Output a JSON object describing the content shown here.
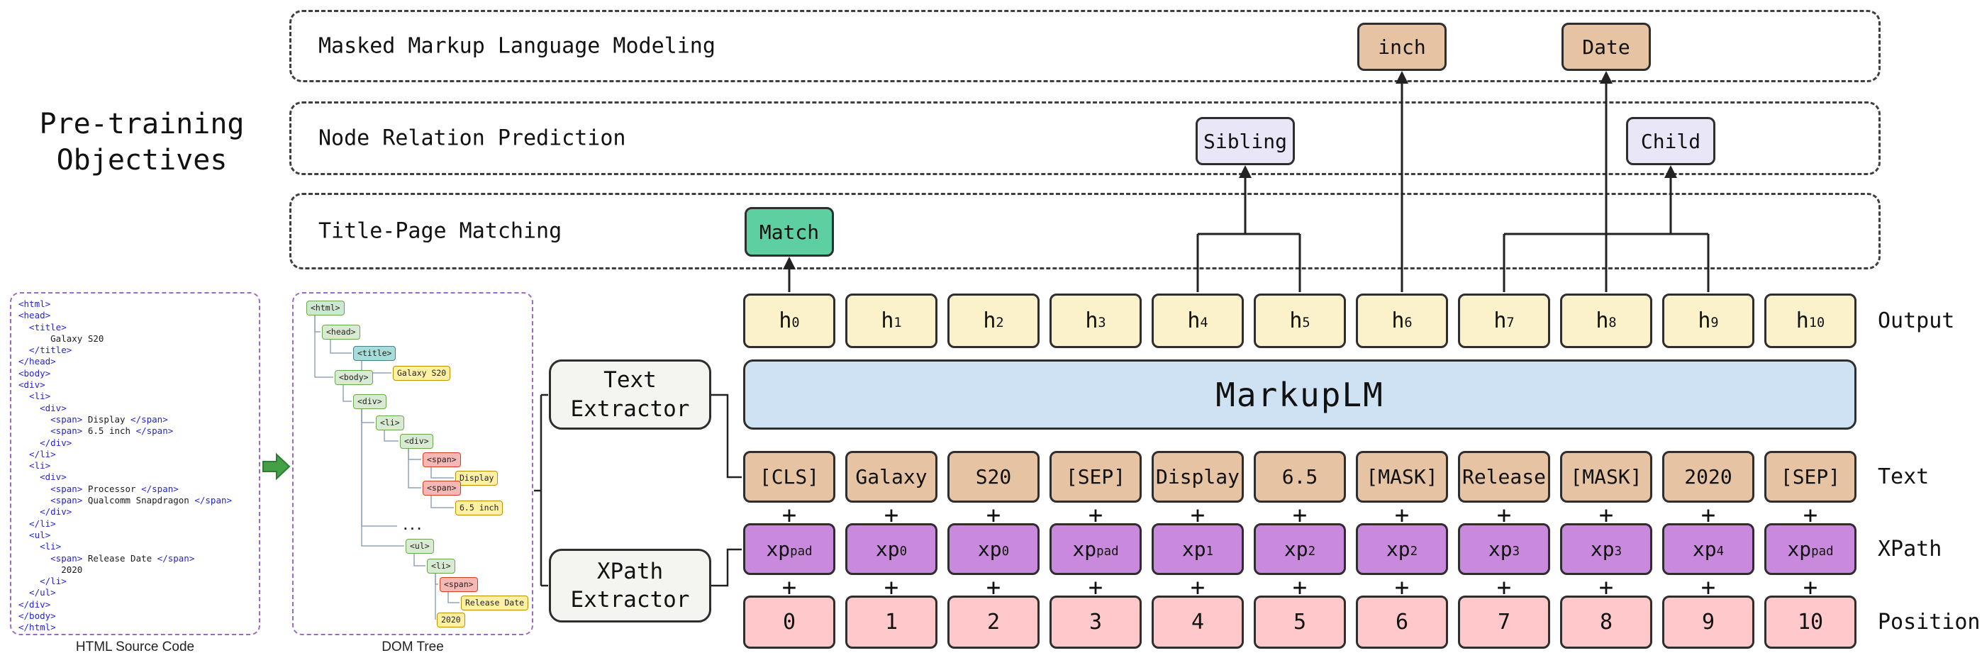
{
  "figure": {
    "pretraining_title_line1": "Pre-training",
    "pretraining_title_line2": "Objectives"
  },
  "objectives": {
    "mmlm": {
      "label": "Masked Markup Language Modeling",
      "chip_inch": "inch",
      "chip_date": "Date"
    },
    "nrp": {
      "label": "Node Relation Prediction",
      "chip_sibling": "Sibling",
      "chip_child": "Child"
    },
    "tpm": {
      "label": "Title-Page Matching",
      "chip_match": "Match"
    }
  },
  "model": {
    "name": "MarkupLM"
  },
  "rows": {
    "plus_symbol": "+",
    "output": {
      "label": "Output",
      "cells": [
        {
          "base": "h",
          "sub": "0"
        },
        {
          "base": "h",
          "sub": "1"
        },
        {
          "base": "h",
          "sub": "2"
        },
        {
          "base": "h",
          "sub": "3"
        },
        {
          "base": "h",
          "sub": "4"
        },
        {
          "base": "h",
          "sub": "5"
        },
        {
          "base": "h",
          "sub": "6"
        },
        {
          "base": "h",
          "sub": "7"
        },
        {
          "base": "h",
          "sub": "8"
        },
        {
          "base": "h",
          "sub": "9"
        },
        {
          "base": "h",
          "sub": "10"
        }
      ]
    },
    "text": {
      "label": "Text",
      "cells": [
        "[CLS]",
        "Galaxy",
        "S20",
        "[SEP]",
        "Display",
        "6.5",
        "[MASK]",
        "Release",
        "[MASK]",
        "2020",
        "[SEP]"
      ]
    },
    "xpath": {
      "label": "XPath",
      "cells": [
        {
          "base": "xp",
          "sub": "pad"
        },
        {
          "base": "xp",
          "sub": "0"
        },
        {
          "base": "xp",
          "sub": "0"
        },
        {
          "base": "xp",
          "sub": "pad"
        },
        {
          "base": "xp",
          "sub": "1"
        },
        {
          "base": "xp",
          "sub": "2"
        },
        {
          "base": "xp",
          "sub": "2"
        },
        {
          "base": "xp",
          "sub": "3"
        },
        {
          "base": "xp",
          "sub": "3"
        },
        {
          "base": "xp",
          "sub": "4"
        },
        {
          "base": "xp",
          "sub": "pad"
        }
      ]
    },
    "position": {
      "label": "Position",
      "cells": [
        "0",
        "1",
        "2",
        "3",
        "4",
        "5",
        "6",
        "7",
        "8",
        "9",
        "10"
      ]
    }
  },
  "extractors": {
    "text": {
      "line1": "Text",
      "line2": "Extractor"
    },
    "xpath": {
      "line1": "XPath",
      "line2": "Extractor"
    }
  },
  "source_panel": {
    "caption": "HTML Source Code",
    "lines": [
      [
        [
          "tag",
          "<html>"
        ]
      ],
      [
        [
          "tag",
          "<head>"
        ]
      ],
      [
        [
          "tag",
          "  <title>"
        ]
      ],
      [
        [
          "txt",
          "      Galaxy S20"
        ]
      ],
      [
        [
          "tag",
          "  </title>"
        ]
      ],
      [
        [
          "tag",
          "</head>"
        ]
      ],
      [
        [
          "tag",
          "<body>"
        ]
      ],
      [
        [
          "tag",
          "<div>"
        ]
      ],
      [
        [
          "tag",
          "  <li>"
        ]
      ],
      [
        [
          "tag",
          "    <div>"
        ]
      ],
      [
        [
          "tag",
          "      <span>"
        ],
        [
          "txt",
          " Display "
        ],
        [
          "tag",
          "</span>"
        ]
      ],
      [
        [
          "tag",
          "      <span>"
        ],
        [
          "txt",
          " 6.5 inch "
        ],
        [
          "tag",
          "</span>"
        ]
      ],
      [
        [
          "tag",
          "    </div>"
        ]
      ],
      [
        [
          "tag",
          "  </li>"
        ]
      ],
      [
        [
          "tag",
          "  <li>"
        ]
      ],
      [
        [
          "tag",
          "    <div>"
        ]
      ],
      [
        [
          "tag",
          "      <span>"
        ],
        [
          "txt",
          " Processor "
        ],
        [
          "tag",
          "</span>"
        ]
      ],
      [
        [
          "tag",
          "      <span>"
        ],
        [
          "txt",
          " Qualcomm Snapdragon "
        ],
        [
          "tag",
          "</span>"
        ]
      ],
      [
        [
          "tag",
          "    </div>"
        ]
      ],
      [
        [
          "tag",
          "  </li>"
        ]
      ],
      [
        [
          "tag",
          "  <ul>"
        ]
      ],
      [
        [
          "tag",
          "    <li>"
        ]
      ],
      [
        [
          "tag",
          "      <span>"
        ],
        [
          "txt",
          " Release Date "
        ],
        [
          "tag",
          "</span>"
        ]
      ],
      [
        [
          "txt",
          "        2020"
        ]
      ],
      [
        [
          "tag",
          "    </li>"
        ]
      ],
      [
        [
          "tag",
          "  </ul>"
        ]
      ],
      [
        [
          "tag",
          "</div>"
        ]
      ],
      [
        [
          "tag",
          "</body>"
        ]
      ],
      [
        [
          "tag",
          "</html>"
        ]
      ]
    ]
  },
  "dom_panel": {
    "caption": "DOM Tree",
    "nodes": [
      {
        "label": "<html>",
        "kind": "html"
      },
      {
        "label": "<head>",
        "kind": "elem"
      },
      {
        "label": "<title>",
        "kind": "title"
      },
      {
        "label": "Galaxy S20",
        "kind": "text"
      },
      {
        "label": "<body>",
        "kind": "elem"
      },
      {
        "label": "<div>",
        "kind": "elem"
      },
      {
        "label": "<li>",
        "kind": "elem"
      },
      {
        "label": "<div>",
        "kind": "elem"
      },
      {
        "label": "<span>",
        "kind": "span"
      },
      {
        "label": "Display",
        "kind": "text"
      },
      {
        "label": "<span>",
        "kind": "span"
      },
      {
        "label": "6.5 inch",
        "kind": "text"
      },
      {
        "label": "...",
        "kind": "dots"
      },
      {
        "label": "<ul>",
        "kind": "elem"
      },
      {
        "label": "<li>",
        "kind": "elem"
      },
      {
        "label": "<span>",
        "kind": "span"
      },
      {
        "label": "Release Date",
        "kind": "text"
      },
      {
        "label": "2020",
        "kind": "text"
      }
    ]
  },
  "colors": {
    "border_dark": "#2e2e2e",
    "output_fill": "#fbf2cc",
    "model_fill": "#cfe2f4",
    "token_fill": "#e6c3a3",
    "xpath_fill": "#c98add",
    "position_fill": "#ffc9cb",
    "match_fill": "#5ecfa0",
    "relation_fill": "#e9e7f7",
    "panel_border": "#9b6bc3",
    "arrow_green": "#43a047"
  }
}
